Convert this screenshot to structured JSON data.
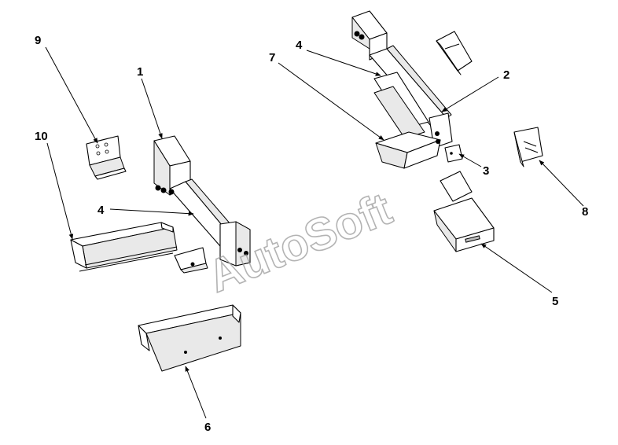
{
  "watermark": "AutoSoft",
  "callouts": [
    {
      "id": "c9",
      "label": "9"
    },
    {
      "id": "c10",
      "label": "10"
    },
    {
      "id": "c1",
      "label": "1"
    },
    {
      "id": "c4a",
      "label": "4"
    },
    {
      "id": "c4b",
      "label": "4"
    },
    {
      "id": "c7",
      "label": "7"
    },
    {
      "id": "c2",
      "label": "2"
    },
    {
      "id": "c3",
      "label": "3"
    },
    {
      "id": "c8",
      "label": "8"
    },
    {
      "id": "c5",
      "label": "5"
    },
    {
      "id": "c6",
      "label": "6"
    }
  ]
}
